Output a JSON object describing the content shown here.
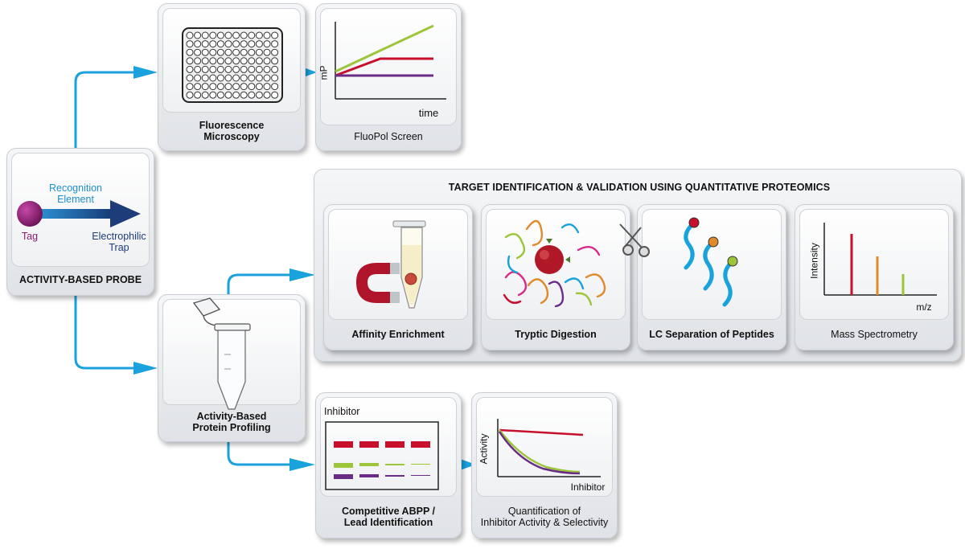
{
  "colors": {
    "arrow_blue": "#1aa2dc",
    "probe_tag": "#8b1a6e",
    "probe_arrow": "#1f3c7a",
    "red": "#c8102e",
    "green": "#9cc53a",
    "purple": "#6a2c86",
    "orange": "#e08a2a"
  },
  "probe": {
    "title": "ACTIVITY-BASED PROBE",
    "recognition_line1": "Recognition",
    "recognition_line2": "Element",
    "tag": "Tag",
    "trap_line1": "Electrophilic",
    "trap_line2": "Trap"
  },
  "microscopy": {
    "line1": "Fluorescence",
    "line2": "Microscopy",
    "icon": "96-well-plate-icon"
  },
  "fluopol": {
    "label": "FluoPol Screen",
    "ylabel": "mP",
    "xlabel": "time"
  },
  "proteomics": {
    "title": "TARGET IDENTIFICATION & VALIDATION USING QUANTITATIVE PROTEOMICS",
    "steps": [
      {
        "label": "Affinity Enrichment",
        "icon": "magnet-tube-icon"
      },
      {
        "label": "Tryptic Digestion",
        "icon": "protein-digestion-icon"
      },
      {
        "label": "LC Separation of Peptides",
        "icon": "scissors-peptides-icon"
      },
      {
        "label": "Mass Spectrometry",
        "ylabel": "Intensity",
        "xlabel": "m/z"
      }
    ]
  },
  "abpp": {
    "line1": "Activity-Based",
    "line2": "Protein Profiling",
    "icon": "tube-icon"
  },
  "competitive": {
    "inhibitor_label": "Inhibitor",
    "line1": "Competitive ABPP /",
    "line2": "Lead Identification"
  },
  "quant": {
    "ylabel": "Activity",
    "xlabel": "Inhibitor",
    "line1": "Quantification of",
    "line2": "Inhibitor Activity & Selectivity"
  }
}
